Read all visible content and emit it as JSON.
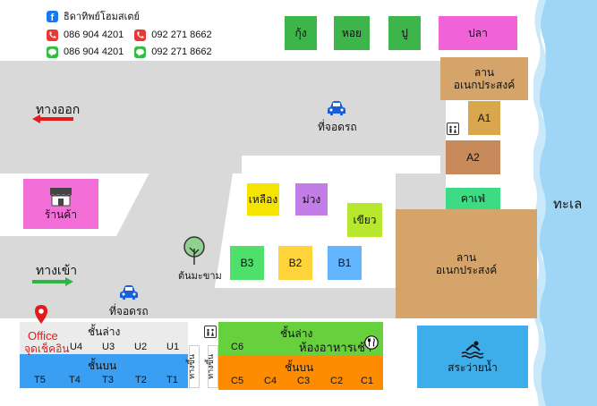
{
  "contacts": {
    "facebook": "ธิดาทิพย์โฮมสเตย์",
    "phones": [
      "086 904 4201",
      "092 271 8662"
    ],
    "lines": [
      "086 904 4201",
      "092 271 8662"
    ]
  },
  "seafood_stalls": {
    "shrimp": "กุ้ง",
    "shellfish": "หอย",
    "crab": "ปู",
    "fish": "ปลา"
  },
  "zones": {
    "event_lawn_top": [
      "ลาน",
      "อเนกประสงค์"
    ],
    "event_lawn_bottom": [
      "ลาน",
      "อเนกประสงค์"
    ],
    "a1": "A1",
    "a2": "A2",
    "cafe": "คาเฟ่",
    "sea": "ทะเล",
    "pool": "สระว่ายน้ำ",
    "shop": "ร้านค้า",
    "tree": "ต้นมะขาม",
    "exit": "ทางออก",
    "entrance": "ทางเข้า",
    "parking_top": "ที่จอดรถ",
    "parking_bottom": "ที่จอดรถ"
  },
  "colored_rooms": {
    "yellow": "เหลือง",
    "purple": "ม่วง",
    "green": "เขียว",
    "b1": "B1",
    "b2": "B2",
    "b3": "B3"
  },
  "building_u_t": {
    "office": "Office",
    "checkin": "จุดเช็คอิน",
    "lower_floor": "ชั้นล่าง",
    "upper_floor": "ชั้นบน",
    "lower_units": [
      "U4",
      "U3",
      "U2",
      "U1"
    ],
    "upper_units": [
      "T5",
      "T4",
      "T3",
      "T2",
      "T1"
    ]
  },
  "building_c": {
    "lower_floor": "ชั้นล่าง",
    "restaurant": "ห้องอาหารเช้า",
    "upper_floor": "ชั้นบน",
    "lower_unit": "C6",
    "upper_units": [
      "C5",
      "C4",
      "C3",
      "C2",
      "C1"
    ]
  },
  "stairs": [
    "ทางขึ้น",
    "ทางขึ้น"
  ],
  "colors": {
    "road": "#d9d9d9",
    "seafood_green": "#3db54a",
    "fish_pink": "#f062d8",
    "lawn_brown": "#d4a46a",
    "a1_gold": "#d9a84e",
    "a2_brown": "#c88a5a",
    "sea_blue": "#9fd6f5",
    "pool_blue": "#3daeea",
    "yellow_room": "#f5e400",
    "purple_room": "#c27ee6",
    "green_room": "#b7e72f",
    "b1_blue": "#64b5ff",
    "b2_yellow": "#ffd43b",
    "b3_green": "#4ee06b",
    "shop_pink": "#f36fd8",
    "upper_blue": "#3a9ef2",
    "c_green": "#66d13d",
    "c_orange": "#ff8c00",
    "exit_arrow": "#e21b1b",
    "entrance_arrow": "#2fb546",
    "office_red": "#e21b1b"
  }
}
